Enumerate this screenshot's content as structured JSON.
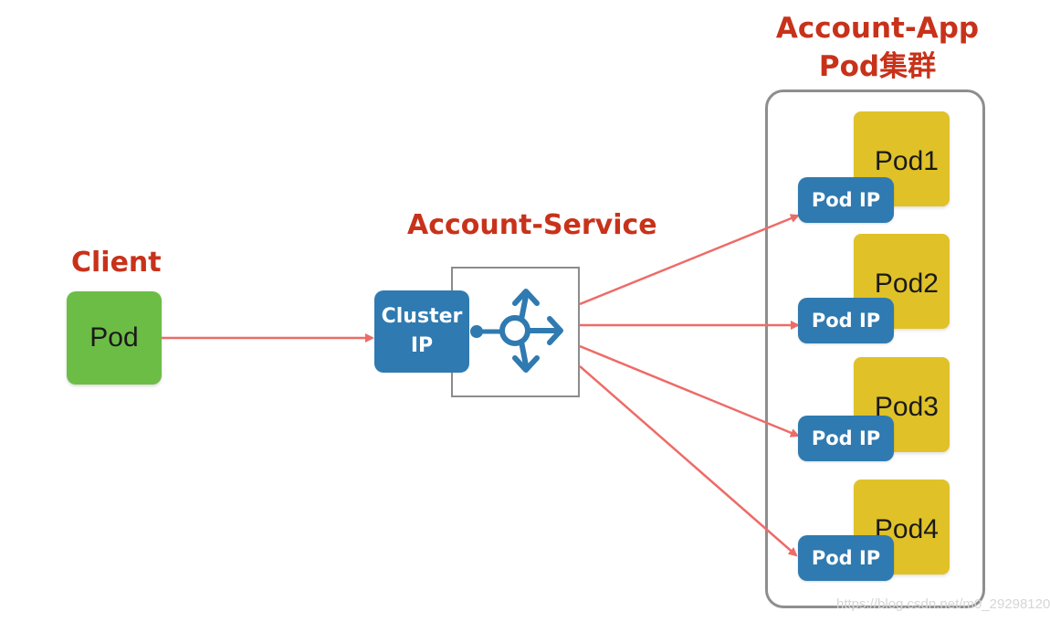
{
  "client": {
    "title": "Client",
    "pod_label": "Pod"
  },
  "service": {
    "title": "Account-Service",
    "cluster_ip_line1": "Cluster",
    "cluster_ip_line2": "IP"
  },
  "app": {
    "title_line1": "Account-App",
    "title_line2": "Pod集群",
    "pods": [
      {
        "name": "Pod1",
        "ip_label": "Pod IP"
      },
      {
        "name": "Pod2",
        "ip_label": "Pod IP"
      },
      {
        "name": "Pod3",
        "ip_label": "Pod IP"
      },
      {
        "name": "Pod4",
        "ip_label": "Pod IP"
      }
    ]
  },
  "watermark": "https://blog.csdn.net/m0_29298120",
  "colors": {
    "heading": "#c8321a",
    "client_pod": "#6cbd45",
    "blue": "#2f7ab0",
    "app_pod": "#e0c228",
    "arrow": "#ee6b67"
  }
}
